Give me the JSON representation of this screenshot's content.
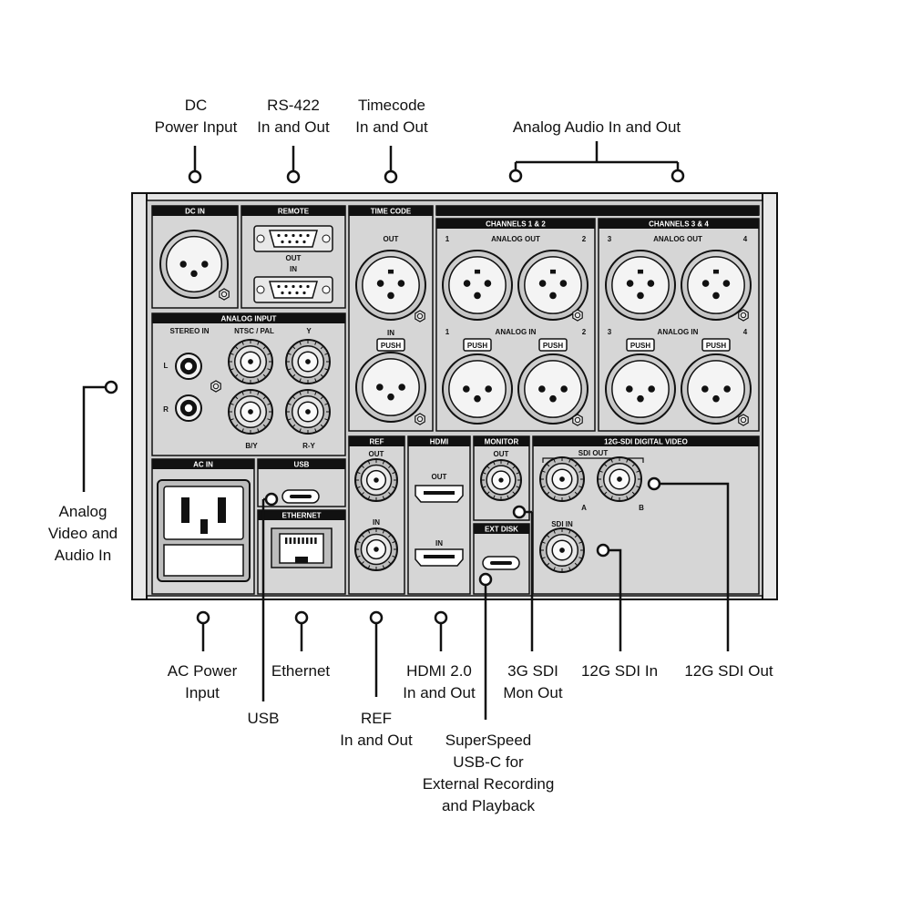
{
  "callouts": {
    "dc_power_input": [
      "DC",
      "Power Input"
    ],
    "rs422": [
      "RS-422",
      "In and Out"
    ],
    "timecode": [
      "Timecode",
      "In and Out"
    ],
    "analog_audio": [
      "Analog Audio In and Out"
    ],
    "analog_video_audio_in": [
      "Analog",
      "Video and",
      "Audio In"
    ],
    "ac_power_input": [
      "AC Power",
      "Input"
    ],
    "ethernet": [
      "Ethernet"
    ],
    "usb": [
      "USB"
    ],
    "ref": [
      "REF",
      "In and Out"
    ],
    "hdmi": [
      "HDMI 2.0",
      "In and Out"
    ],
    "superspeed": [
      "SuperSpeed",
      "USB-C for",
      "External Recording",
      "and Playback"
    ],
    "sdi_mon_out": [
      "3G SDI",
      "Mon Out"
    ],
    "sdi_12g_in": [
      "12G SDI In"
    ],
    "sdi_12g_out": [
      "12G SDI Out"
    ]
  },
  "panel": {
    "dc_in": "DC IN",
    "remote": "REMOTE",
    "remote_out": "OUT",
    "remote_in": "IN",
    "time_code": "TIME CODE",
    "tc_out": "OUT",
    "tc_in": "IN",
    "push": "PUSH",
    "channels_12": "CHANNELS 1 & 2",
    "channels_34": "CHANNELS 3 & 4",
    "analog_out": "ANALOG OUT",
    "analog_in": "ANALOG IN",
    "ch1": "1",
    "ch2": "2",
    "ch3": "3",
    "ch4": "4",
    "analog_input": "ANALOG INPUT",
    "stereo_in": "STEREO IN",
    "ntsc_pal": "NTSC / PAL",
    "y": "Y",
    "by": "B/Y",
    "ry": "R-Y",
    "l": "L",
    "r": "R",
    "ac_in": "AC IN",
    "usb": "USB",
    "ethernet": "ETHERNET",
    "ref": "REF",
    "ref_out": "OUT",
    "ref_in": "IN",
    "hdmi": "HDMI",
    "hdmi_out": "OUT",
    "hdmi_in": "IN",
    "monitor": "MONITOR",
    "monitor_out": "OUT",
    "ext_disk": "EXT DISK",
    "sdi_digital_video": "12G-SDI DIGITAL VIDEO",
    "sdi_out": "SDI OUT",
    "sdi_in": "SDI IN",
    "a": "A",
    "b": "B"
  },
  "colors": {
    "panel_fill": "#d6d6d6",
    "header_fill": "#111111",
    "line": "#111111"
  }
}
